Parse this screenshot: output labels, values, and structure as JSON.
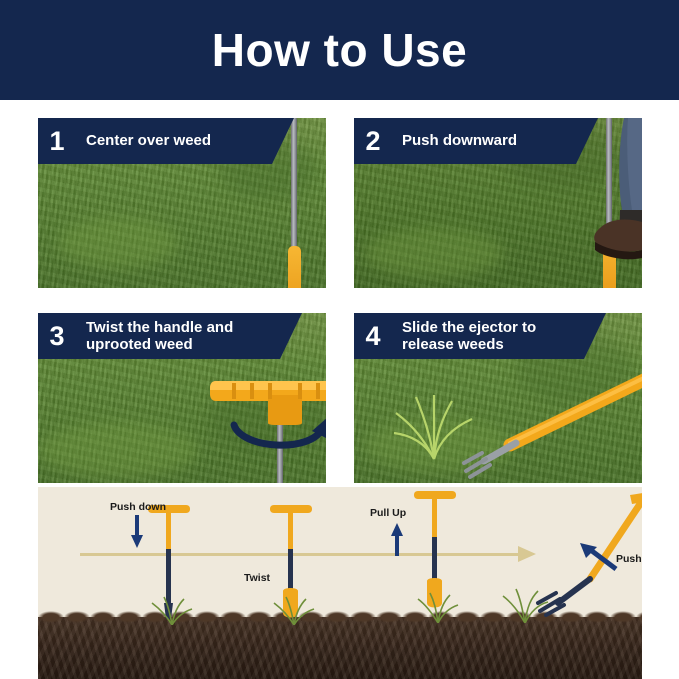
{
  "header": {
    "title": "How to Use",
    "bg_color": "#14274e",
    "text_color": "#ffffff"
  },
  "steps": [
    {
      "number": "1",
      "caption_line1": "Center over weed",
      "caption_line2": ""
    },
    {
      "number": "2",
      "caption_line1": "Push downward",
      "caption_line2": ""
    },
    {
      "number": "3",
      "caption_line1": "Twist the handle and",
      "caption_line2": "uprooted weed"
    },
    {
      "number": "4",
      "caption_line1": "Slide the ejector to",
      "caption_line2": "release weeds"
    }
  ],
  "diagram": {
    "labels": {
      "push_down": "Push down",
      "twist": "Twist",
      "pull_up": "Pull Up",
      "push_the_grip": "Push the Grip"
    },
    "colors": {
      "background": "#efe9dc",
      "soil": "#3a281c",
      "arrow": "#d8c893",
      "accent_blue": "#1b3a78",
      "tool_yellow": "#f0a81e",
      "navy": "#14274e"
    }
  }
}
